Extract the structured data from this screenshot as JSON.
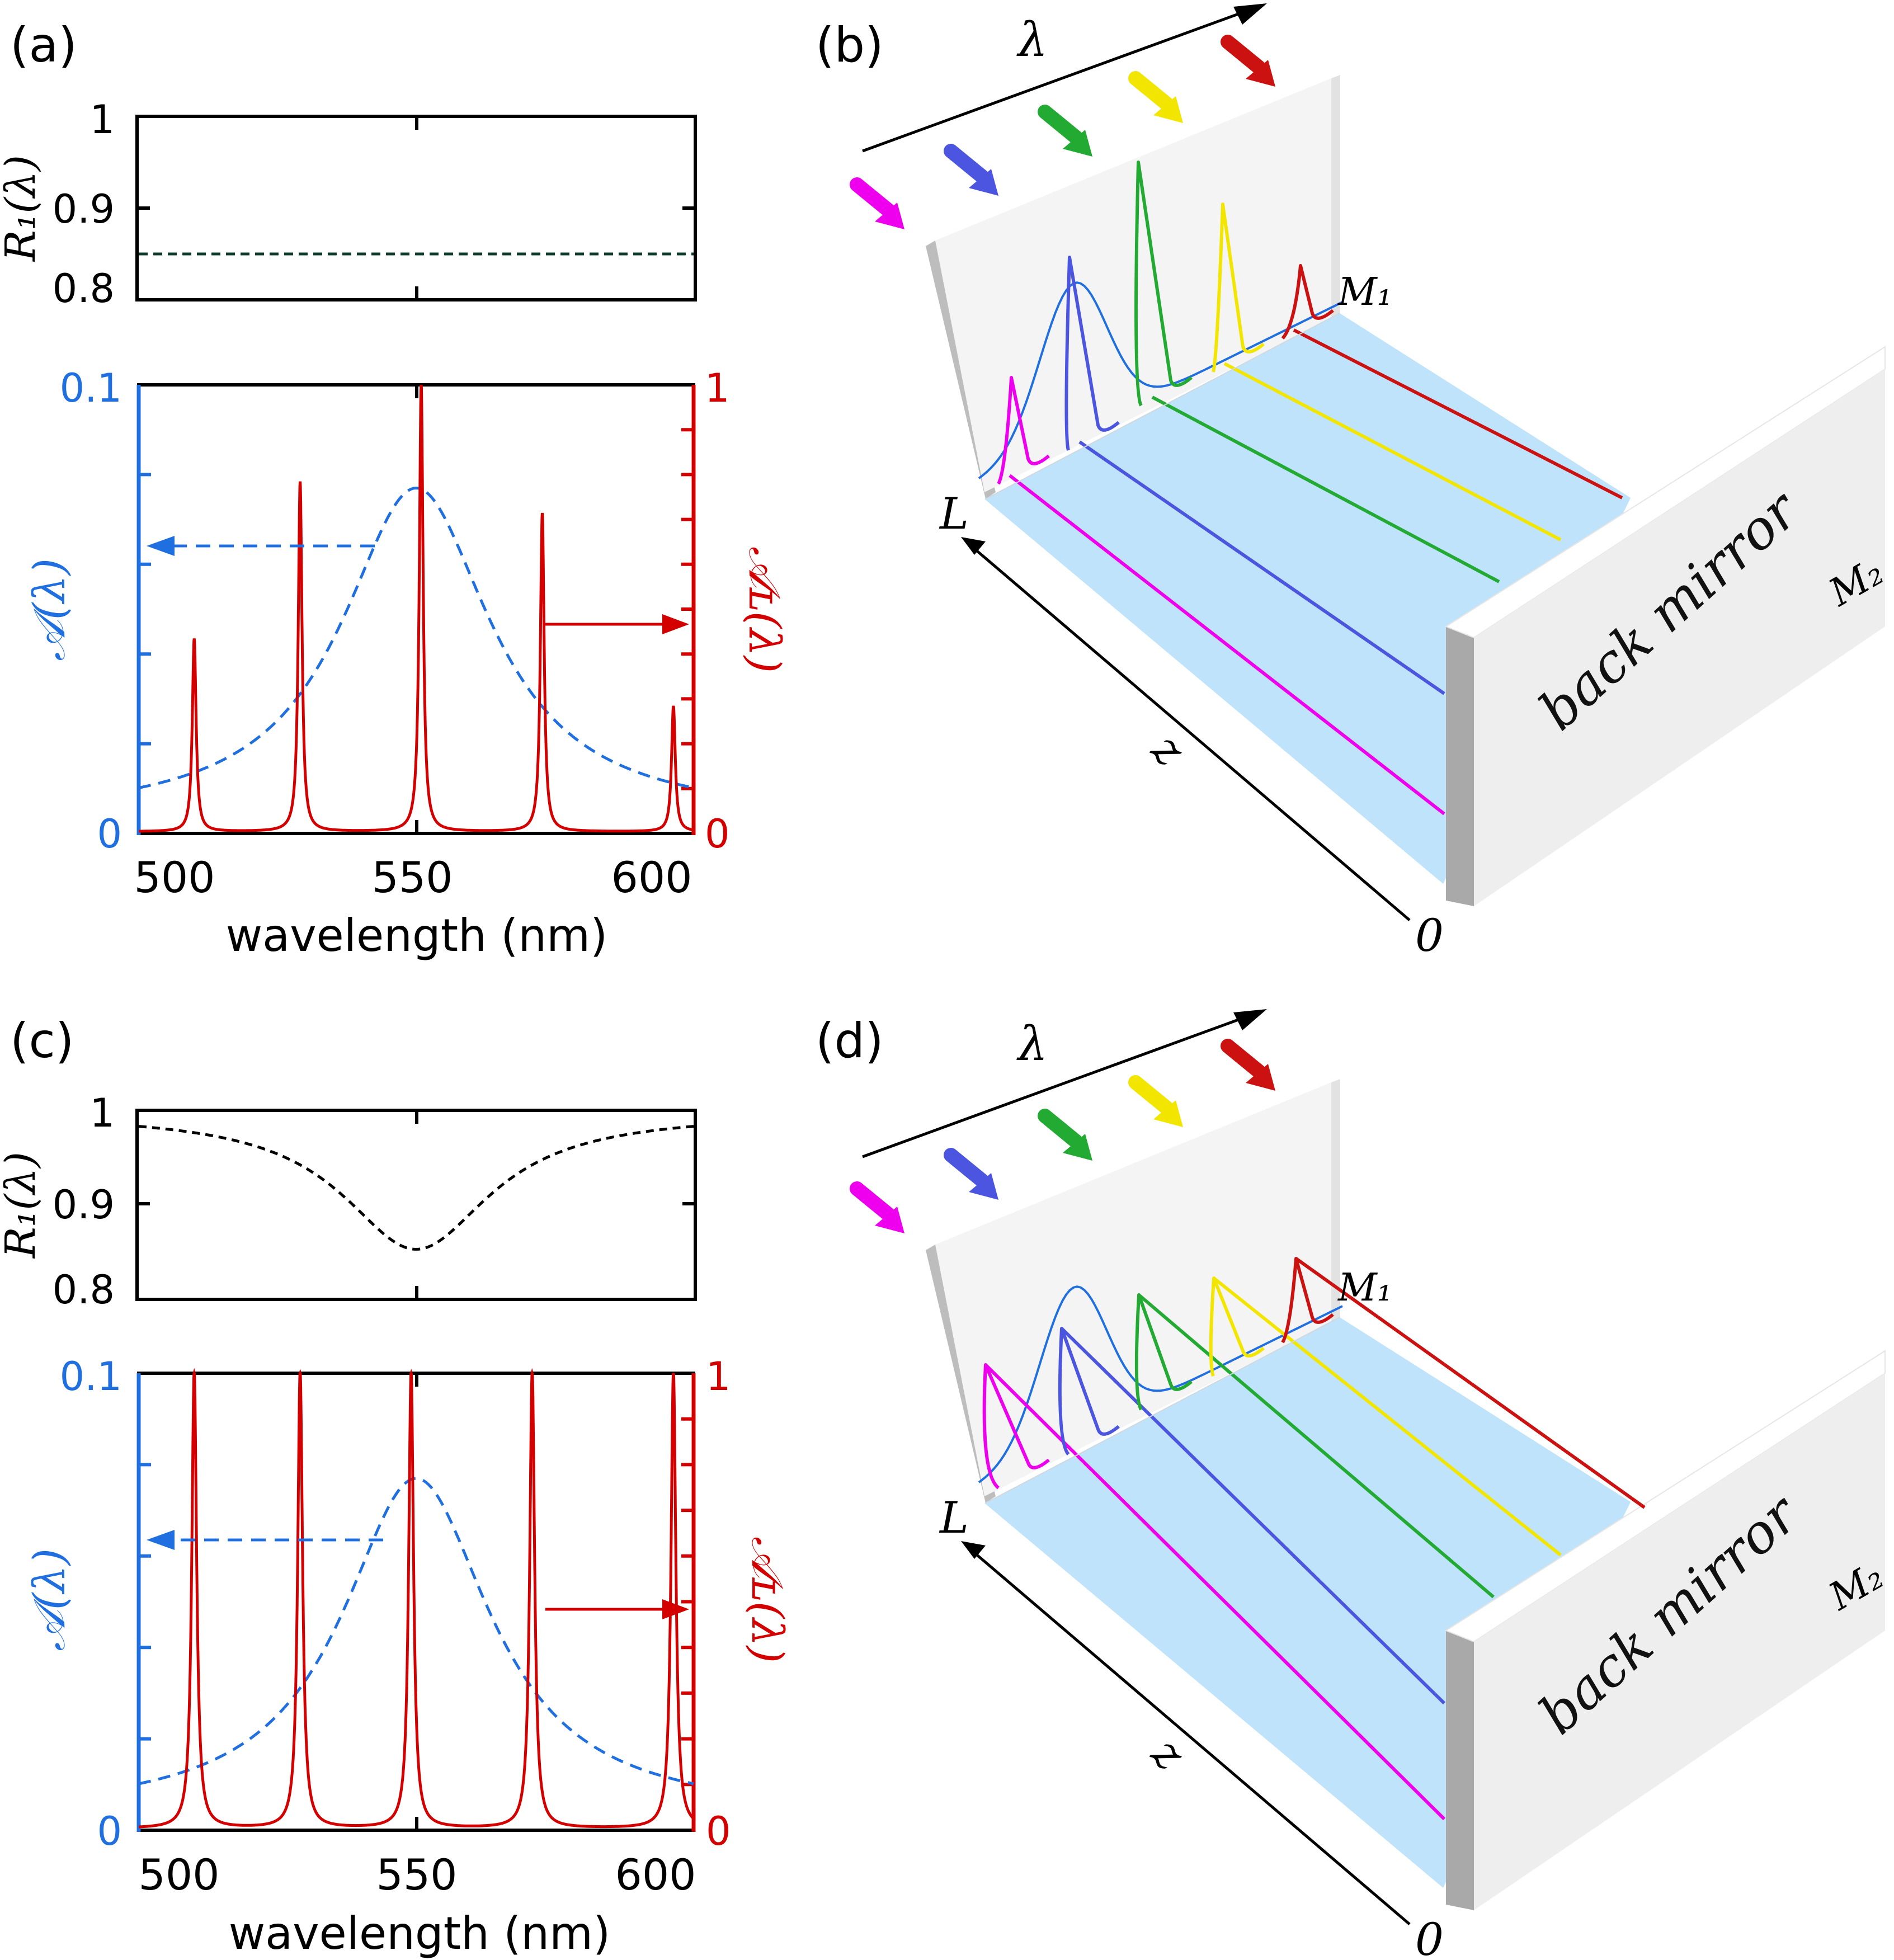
{
  "figure": {
    "panel_labels": [
      "(a)",
      "(b)",
      "(c)",
      "(d)"
    ],
    "colors": {
      "axis": "#000000",
      "blue": "#1f6fe0",
      "red": "#d40000",
      "floor": "#bfe3fb",
      "wall": "#f4f4f4",
      "mirror_face": "#eeeeee",
      "mirror_side": "#a9a9a9",
      "magenta": "#ee00ee",
      "indigo": "#4b55e0",
      "green": "#22aa33",
      "yellow": "#f2e600",
      "darkred": "#cc1111"
    }
  },
  "panel_a": {
    "r_plot": {
      "ylabel": "R₁(λ)",
      "yticks": [
        "1",
        "0.9",
        "0.8"
      ]
    },
    "a_plot": {
      "ylabel_left": "𝒜(λ)",
      "ylabel_right": "𝒜ʟ(λ)",
      "left_ticks": [
        "0.1",
        "0"
      ],
      "right_ticks": [
        "1",
        "0"
      ],
      "xticks": [
        "500",
        "550",
        "600"
      ],
      "xlabel": "wavelength (nm)"
    }
  },
  "panel_b": {
    "lambda_label": "λ",
    "z_label": "z",
    "L_label": "L",
    "zero_label": "0",
    "m1_label": "M₁",
    "m2_label": "M₂",
    "mirror_text": "back mirror"
  },
  "panel_c": {
    "r_plot": {
      "ylabel": "R₁(λ)",
      "yticks": [
        "1",
        "0.9",
        "0.8"
      ]
    },
    "a_plot": {
      "ylabel_left": "𝒜(λ)",
      "ylabel_right": "𝒜ʟ(λ)",
      "left_ticks": [
        "0.1",
        "0"
      ],
      "right_ticks": [
        "1",
        "0"
      ],
      "xticks": [
        "500",
        "550",
        "600"
      ],
      "xlabel": "wavelength (nm)"
    }
  },
  "panel_d": {
    "lambda_label": "λ",
    "z_label": "z",
    "L_label": "L",
    "zero_label": "0",
    "m1_label": "M₁",
    "m2_label": "M₂",
    "mirror_text": "back mirror"
  },
  "chart_data": [
    {
      "panel": "a-top",
      "type": "line",
      "xlim": [
        495,
        605
      ],
      "ylim": [
        0.8,
        1.0
      ],
      "xlabel": "",
      "ylabel": "R₁(λ)",
      "series": [
        {
          "style": "dashed",
          "x": [
            495,
            605
          ],
          "y": [
            0.85,
            0.85
          ]
        }
      ]
    },
    {
      "panel": "a-bottom",
      "type": "line",
      "xlim": [
        495,
        605
      ],
      "xlabel": "wavelength (nm)",
      "y_left": {
        "label": "𝒜(λ)",
        "lim": [
          0,
          0.1
        ]
      },
      "y_right": {
        "label": "𝒜ʟ(λ)",
        "lim": [
          0,
          1
        ]
      },
      "series": [
        {
          "style": "dashed",
          "axis": "left",
          "peak_x": 550,
          "peak_y": 0.077,
          "half_width_nm": 18,
          "baseline": 0.003
        },
        {
          "style": "solid",
          "axis": "right",
          "peaks": [
            {
              "x": 506,
              "y": 0.43
            },
            {
              "x": 527,
              "y": 0.78
            },
            {
              "x": 551,
              "y": 1.0
            },
            {
              "x": 575,
              "y": 0.71
            },
            {
              "x": 601,
              "y": 0.28
            }
          ]
        }
      ]
    },
    {
      "panel": "c-top",
      "type": "line",
      "xlim": [
        495,
        605
      ],
      "ylim": [
        0.8,
        1.0
      ],
      "xlabel": "",
      "ylabel": "R₁(λ)",
      "series": [
        {
          "style": "dashed",
          "min_x": 550,
          "min_y": 0.853,
          "max_y": 0.997,
          "half_width_nm": 18
        }
      ]
    },
    {
      "panel": "c-bottom",
      "type": "line",
      "xlim": [
        495,
        605
      ],
      "xlabel": "wavelength (nm)",
      "y_left": {
        "label": "𝒜(λ)",
        "lim": [
          0,
          0.1
        ]
      },
      "y_right": {
        "label": "𝒜ʟ(λ)",
        "lim": [
          0,
          1
        ]
      },
      "series": [
        {
          "style": "dashed",
          "axis": "left",
          "peak_x": 550,
          "peak_y": 0.077,
          "half_width_nm": 18,
          "baseline": 0.003
        },
        {
          "style": "solid",
          "axis": "right",
          "peaks": [
            {
              "x": 506,
              "y": 1.0
            },
            {
              "x": 527,
              "y": 1.0
            },
            {
              "x": 549,
              "y": 1.0
            },
            {
              "x": 573,
              "y": 1.0
            },
            {
              "x": 601,
              "y": 1.0
            }
          ]
        }
      ]
    }
  ]
}
